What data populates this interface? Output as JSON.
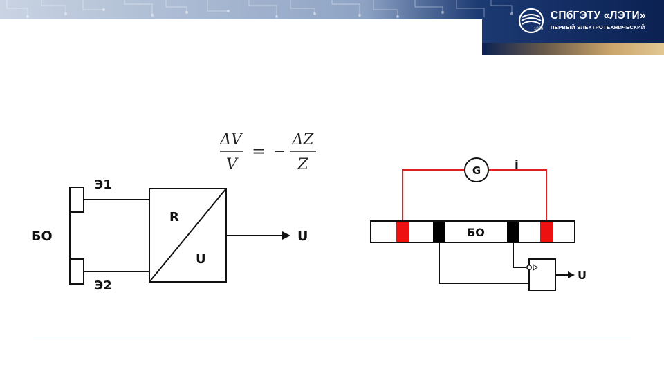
{
  "header": {
    "university_name": "СПбГЭТУ «ЛЭТИ»",
    "university_subtitle": "ПЕРВЫЙ ЭЛЕКТРОТЕХНИЧЕСКИЙ",
    "logo_year": "1886",
    "colors": {
      "navy": "#0f2a5e",
      "accent_gold": "#b8935a"
    }
  },
  "formula": {
    "left_num": "ΔV",
    "left_den": "V",
    "equals": "=",
    "minus": "−",
    "right_num": "ΔZ",
    "right_den": "Z"
  },
  "left_diagram": {
    "object_label": "БО",
    "electrode1_label": "Э1",
    "electrode2_label": "Э2",
    "converter_top_label": "R",
    "converter_bottom_label": "U",
    "output_label": "U"
  },
  "right_diagram": {
    "generator_label": "G",
    "current_label": "i",
    "object_label": "БО",
    "output_label": "U",
    "colors": {
      "current_wire": "#e02020",
      "current_electrode": "#ee1111",
      "measure_electrode": "#000000"
    }
  }
}
